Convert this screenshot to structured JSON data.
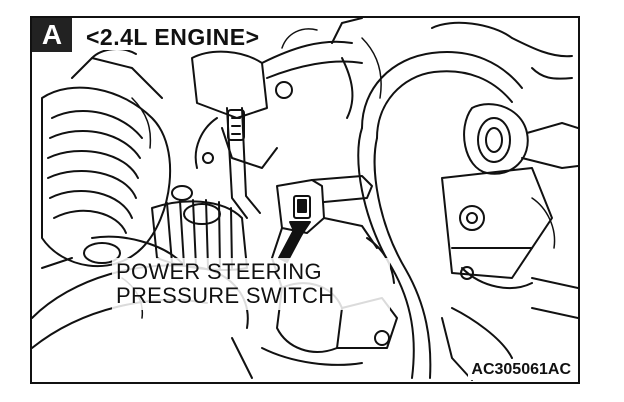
{
  "figure": {
    "badge": "A",
    "engine_label": "<2.4L ENGINE>",
    "part_label_line1": "POWER STEERING",
    "part_label_line2": "PRESSURE SWITCH",
    "figure_code": "AC305061AC"
  },
  "colors": {
    "ink": "#111111",
    "paper": "#ffffff"
  }
}
